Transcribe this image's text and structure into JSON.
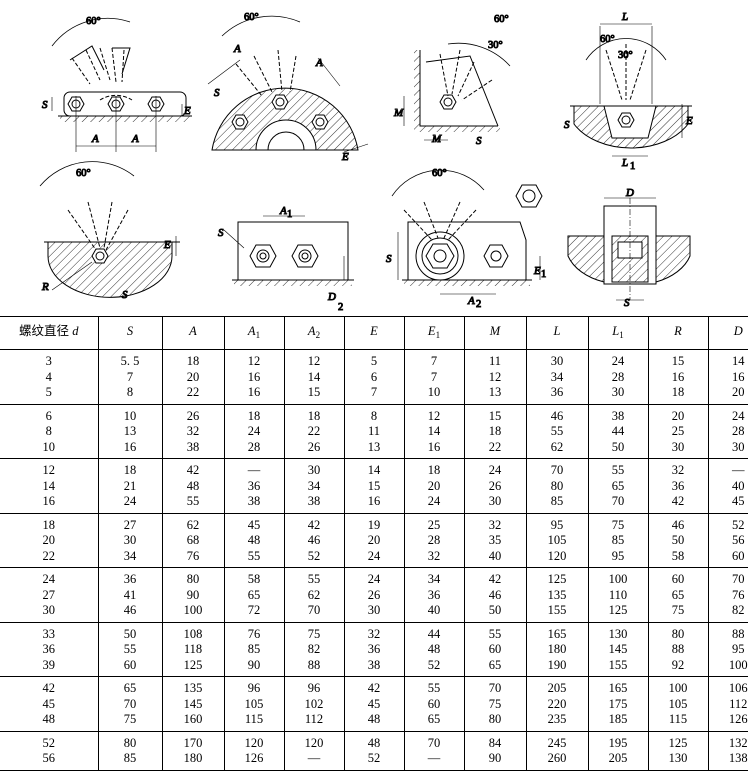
{
  "figures": {
    "angle_60": "60°",
    "angle_30": "30°",
    "dim_A": "A",
    "dim_A1": "A",
    "dim_A1_sub": "1",
    "dim_A2": "A",
    "dim_A2_sub": "2",
    "dim_S": "S",
    "dim_E": "E",
    "dim_E1": "E",
    "dim_E1_sub": "1",
    "dim_M": "M",
    "dim_L": "L",
    "dim_L1": "L",
    "dim_L1_sub": "1",
    "dim_R": "R",
    "dim_D": "D",
    "dim_D2_num": "D",
    "dim_D2_den": "2"
  },
  "table": {
    "headers": [
      {
        "text": "螺纹直径",
        "it": "d"
      },
      {
        "it": "S"
      },
      {
        "it": "A"
      },
      {
        "it": "A",
        "sub": "1"
      },
      {
        "it": "A",
        "sub": "2"
      },
      {
        "it": "E"
      },
      {
        "it": "E",
        "sub": "1"
      },
      {
        "it": "M"
      },
      {
        "it": "L"
      },
      {
        "it": "L",
        "sub": "1"
      },
      {
        "it": "R"
      },
      {
        "it": "D"
      }
    ],
    "groups": [
      [
        [
          "3",
          "4",
          "5"
        ],
        [
          "5. 5",
          "7",
          "8"
        ],
        [
          "18",
          "20",
          "22"
        ],
        [
          "12",
          "16",
          "16"
        ],
        [
          "12",
          "14",
          "15"
        ],
        [
          "5",
          "6",
          "7"
        ],
        [
          "7",
          "7",
          "10"
        ],
        [
          "11",
          "12",
          "13"
        ],
        [
          "30",
          "34",
          "36"
        ],
        [
          "24",
          "28",
          "30"
        ],
        [
          "15",
          "16",
          "18"
        ],
        [
          "14",
          "16",
          "20"
        ]
      ],
      [
        [
          "6",
          "8",
          "10"
        ],
        [
          "10",
          "13",
          "16"
        ],
        [
          "26",
          "32",
          "38"
        ],
        [
          "18",
          "24",
          "28"
        ],
        [
          "18",
          "22",
          "26"
        ],
        [
          "8",
          "11",
          "13"
        ],
        [
          "12",
          "14",
          "16"
        ],
        [
          "15",
          "18",
          "22"
        ],
        [
          "46",
          "55",
          "62"
        ],
        [
          "38",
          "44",
          "50"
        ],
        [
          "20",
          "25",
          "30"
        ],
        [
          "24",
          "28",
          "30"
        ]
      ],
      [
        [
          "12",
          "14",
          "16"
        ],
        [
          "18",
          "21",
          "24"
        ],
        [
          "42",
          "48",
          "55"
        ],
        [
          "—",
          "36",
          "38"
        ],
        [
          "30",
          "34",
          "38"
        ],
        [
          "14",
          "15",
          "16"
        ],
        [
          "18",
          "20",
          "24"
        ],
        [
          "24",
          "26",
          "30"
        ],
        [
          "70",
          "80",
          "85"
        ],
        [
          "55",
          "65",
          "70"
        ],
        [
          "32",
          "36",
          "42"
        ],
        [
          "—",
          "40",
          "45"
        ]
      ],
      [
        [
          "18",
          "20",
          "22"
        ],
        [
          "27",
          "30",
          "34"
        ],
        [
          "62",
          "68",
          "76"
        ],
        [
          "45",
          "48",
          "55"
        ],
        [
          "42",
          "46",
          "52"
        ],
        [
          "19",
          "20",
          "24"
        ],
        [
          "25",
          "28",
          "32"
        ],
        [
          "32",
          "35",
          "40"
        ],
        [
          "95",
          "105",
          "120"
        ],
        [
          "75",
          "85",
          "95"
        ],
        [
          "46",
          "50",
          "58"
        ],
        [
          "52",
          "56",
          "60"
        ]
      ],
      [
        [
          "24",
          "27",
          "30"
        ],
        [
          "36",
          "41",
          "46"
        ],
        [
          "80",
          "90",
          "100"
        ],
        [
          "58",
          "65",
          "72"
        ],
        [
          "55",
          "62",
          "70"
        ],
        [
          "24",
          "26",
          "30"
        ],
        [
          "34",
          "36",
          "40"
        ],
        [
          "42",
          "46",
          "50"
        ],
        [
          "125",
          "135",
          "155"
        ],
        [
          "100",
          "110",
          "125"
        ],
        [
          "60",
          "65",
          "75"
        ],
        [
          "70",
          "76",
          "82"
        ]
      ],
      [
        [
          "33",
          "36",
          "39"
        ],
        [
          "50",
          "55",
          "60"
        ],
        [
          "108",
          "118",
          "125"
        ],
        [
          "76",
          "85",
          "90"
        ],
        [
          "75",
          "82",
          "88"
        ],
        [
          "32",
          "36",
          "38"
        ],
        [
          "44",
          "48",
          "52"
        ],
        [
          "55",
          "60",
          "65"
        ],
        [
          "165",
          "180",
          "190"
        ],
        [
          "130",
          "145",
          "155"
        ],
        [
          "80",
          "88",
          "92"
        ],
        [
          "88",
          "95",
          "100"
        ]
      ],
      [
        [
          "42",
          "45",
          "48"
        ],
        [
          "65",
          "70",
          "75"
        ],
        [
          "135",
          "145",
          "160"
        ],
        [
          "96",
          "105",
          "115"
        ],
        [
          "96",
          "102",
          "112"
        ],
        [
          "42",
          "45",
          "48"
        ],
        [
          "55",
          "60",
          "65"
        ],
        [
          "70",
          "75",
          "80"
        ],
        [
          "205",
          "220",
          "235"
        ],
        [
          "165",
          "175",
          "185"
        ],
        [
          "100",
          "105",
          "115"
        ],
        [
          "106",
          "112",
          "126"
        ]
      ],
      [
        [
          "52",
          "56"
        ],
        [
          "80",
          "85"
        ],
        [
          "170",
          "180"
        ],
        [
          "120",
          "126"
        ],
        [
          "120",
          "—"
        ],
        [
          "48",
          "52"
        ],
        [
          "70",
          "—"
        ],
        [
          "84",
          "90"
        ],
        [
          "245",
          "260"
        ],
        [
          "195",
          "205"
        ],
        [
          "125",
          "130"
        ],
        [
          "132",
          "138"
        ]
      ]
    ]
  }
}
